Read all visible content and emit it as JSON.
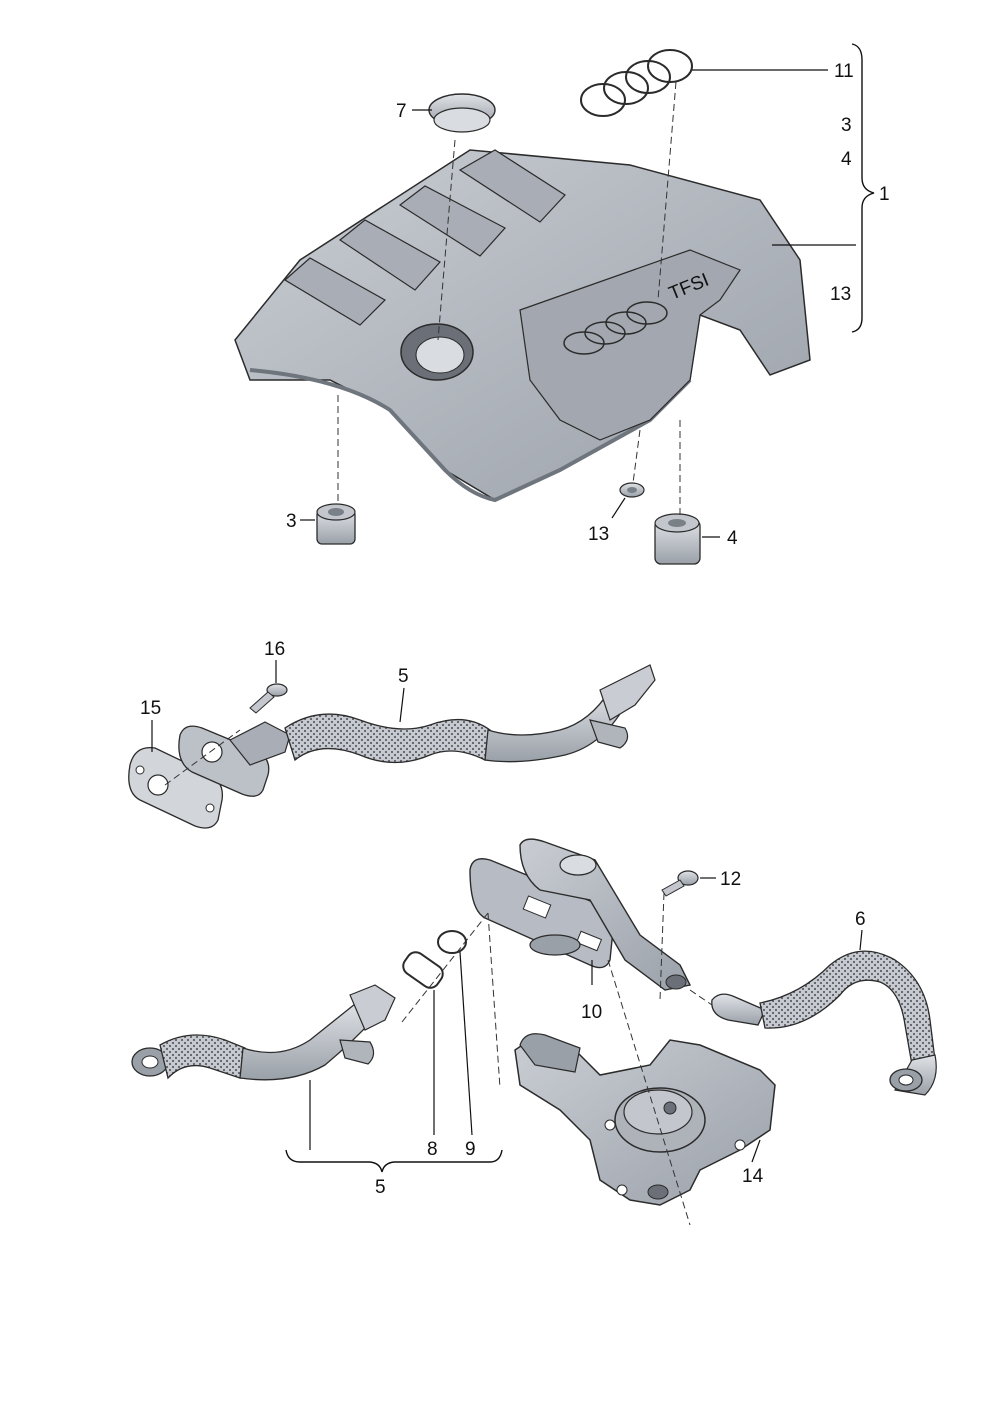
{
  "callouts": {
    "c1": "1",
    "c3a": "3",
    "c3b": "3",
    "c4a": "4",
    "c4b": "4",
    "c5a": "5",
    "c5b": "5",
    "c6": "6",
    "c7": "7",
    "c8": "8",
    "c9": "9",
    "c10": "10",
    "c11": "11",
    "c12": "12",
    "c13a": "13",
    "c13b": "13",
    "c14": "14",
    "c15": "15",
    "c16": "16"
  },
  "emblem": {
    "badge": "TFSI"
  },
  "colors": {
    "part_fill": "#b7bcc4",
    "part_light": "#d5d9de",
    "part_dark": "#8a9099",
    "hose_fill": "#c3c6cb",
    "outline": "#2b2b2b"
  }
}
